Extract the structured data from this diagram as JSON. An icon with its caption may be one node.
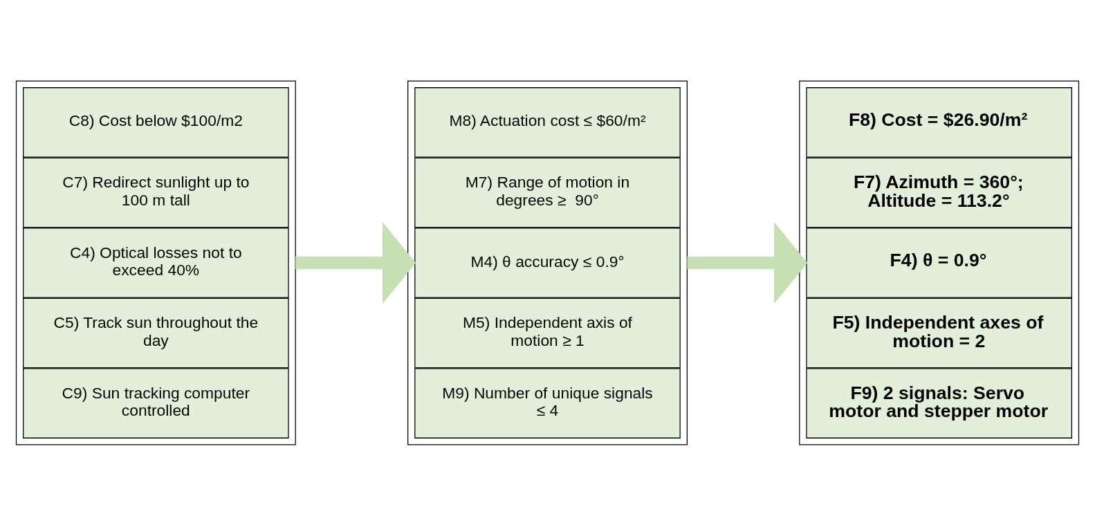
{
  "diagram": {
    "nodes": [
      {
        "text": [],
        "shape": "box"
      },
      {
        "text": [
          "C8) Cost below $100/m2"
        ],
        "in": 0
      },
      {
        "text": [
          "C7) Redirect sunlight up to 100 m tall"
        ],
        "in": 0
      },
      {
        "text": [
          "C4) Optical losses not to exceed 40%"
        ],
        "in": 0
      },
      {
        "text": [
          "C5) Track sun throughout the day"
        ],
        "in": 0
      },
      {
        "text": [
          "C9) Sun tracking computer controlled"
        ],
        "in": 0
      },
      {
        "text": [],
        "shape": "box"
      },
      {
        "text": [
          "M8) Actuation cost ≤ $60/m²"
        ],
        "in": 6
      },
      {
        "text": [
          "M7) Range of motion in degrees ≥  90°"
        ],
        "in": 6
      },
      {
        "text": [
          "M4) θ accuracy ≤ 0.9°"
        ],
        "in": 6
      },
      {
        "text": [
          "M5) Independent axis of motion ≥ 1"
        ],
        "in": 6
      },
      {
        "text": [
          "M9) Number of unique signals ≤ 4"
        ],
        "in": 6
      },
      {
        "text": [],
        "shape": "box"
      },
      {
        "text": [
          "F8) Cost = $26.90/m²"
        ],
        "in": 12
      },
      {
        "text": [
          "F7) Azimuth = 360°; Altitude = 113.2°"
        ],
        "in": 12
      },
      {
        "text": [
          "F4) θ = 0.9°"
        ],
        "in": 12
      },
      {
        "text": [
          "F5) Independent axes of motion = 2"
        ],
        "in": 12
      },
      {
        "text": [
          "F9) 2 signals: Servo motor and stepper motor"
        ],
        "in": 12
      }
    ],
    "edges": [
      {
        "from": 0,
        "to": 6,
        "arrow": "to"
      },
      {
        "from": 6,
        "to": 12,
        "arrow": "to"
      }
    ]
  }
}
